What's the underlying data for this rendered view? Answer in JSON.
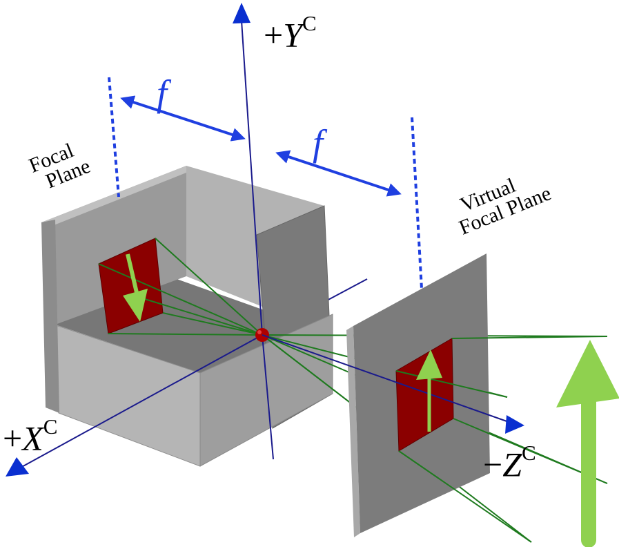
{
  "labels": {
    "yc": {
      "sign": "+",
      "letter": "Y",
      "sup": "C"
    },
    "xc": {
      "sign": "+",
      "letter": "X",
      "sup": "C"
    },
    "zc": {
      "sign": "−",
      "letter": "Z",
      "sup": "C"
    },
    "f1": "f",
    "f2": "f",
    "focal_plane": {
      "line1": "Focal",
      "line2": "Plane"
    },
    "virtual_focal_plane": {
      "line1": "Virtual",
      "line2": "Focal Plane"
    }
  },
  "colors": {
    "axis": "#1a1a8c",
    "axis_head": "#0a2fd0",
    "dimension_arrow": "#1f3fe0",
    "ray": "#1e7a1e",
    "sensor": "#8b0000",
    "image_arrow": "#8fd14f",
    "box_outer": "#8a8a8a",
    "box_inner": "#a0a0a0",
    "plane_face": "#7c7c7c",
    "pinhole": "#b00000"
  }
}
